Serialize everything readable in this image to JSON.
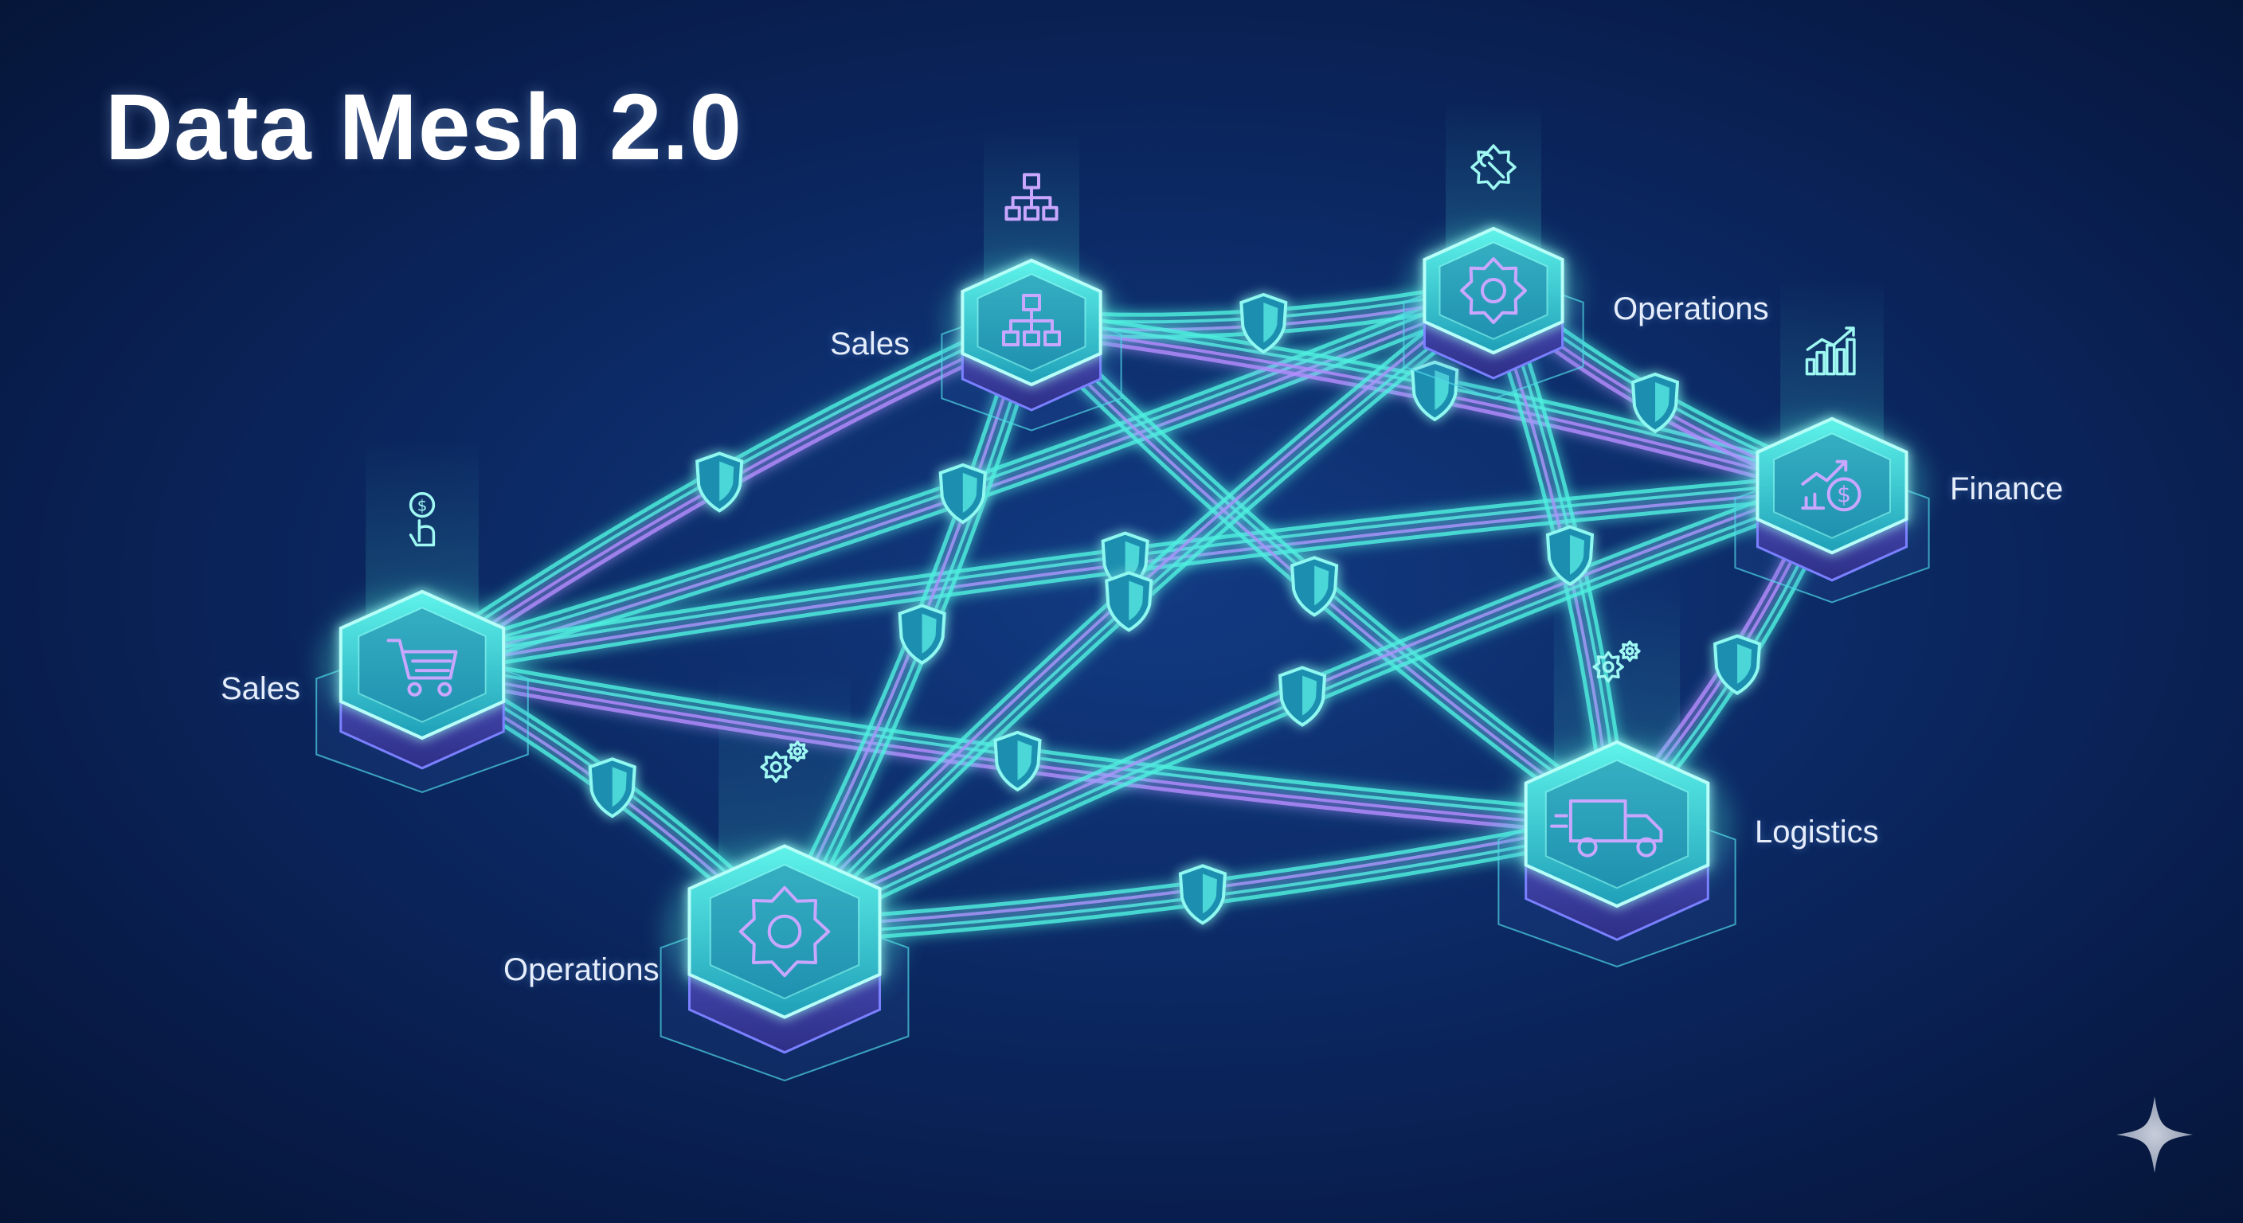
{
  "title": "Data Mesh 2.0",
  "nodes": [
    {
      "id": "sales-left",
      "label": "Sales",
      "icon": "shopping-cart-icon",
      "beacon_icon": "hand-coin-icon"
    },
    {
      "id": "sales-top",
      "label": "Sales",
      "icon": "hierarchy-icon",
      "beacon_icon": "hierarchy-icon"
    },
    {
      "id": "operations-top",
      "label": "Operations",
      "icon": "gear-icon",
      "beacon_icon": "gear-wrench-icon"
    },
    {
      "id": "finance",
      "label": "Finance",
      "icon": "dollar-chart-icon",
      "beacon_icon": "bar-chart-icon"
    },
    {
      "id": "logistics",
      "label": "Logistics",
      "icon": "truck-icon",
      "beacon_icon": "gears-icon"
    },
    {
      "id": "operations-bottom",
      "label": "Operations",
      "icon": "gear-icon",
      "beacon_icon": "gears-icon"
    }
  ],
  "connections": [
    [
      "sales-left",
      "sales-top"
    ],
    [
      "sales-left",
      "operations-top"
    ],
    [
      "sales-left",
      "finance"
    ],
    [
      "sales-left",
      "logistics"
    ],
    [
      "sales-left",
      "operations-bottom"
    ],
    [
      "sales-top",
      "operations-top"
    ],
    [
      "sales-top",
      "finance"
    ],
    [
      "sales-top",
      "logistics"
    ],
    [
      "sales-top",
      "operations-bottom"
    ],
    [
      "operations-top",
      "finance"
    ],
    [
      "operations-top",
      "logistics"
    ],
    [
      "operations-top",
      "operations-bottom"
    ],
    [
      "finance",
      "logistics"
    ],
    [
      "finance",
      "operations-bottom"
    ],
    [
      "logistics",
      "operations-bottom"
    ]
  ],
  "colors": {
    "background": "#0a1f4f",
    "cyan": "#4ff0e0",
    "purple": "#b58cff",
    "node_top": "#2fc9d6",
    "node_side": "#4a52c8",
    "label": "#e6eefc",
    "title": "#ffffff"
  },
  "watermark_icon": "sparkle-icon"
}
